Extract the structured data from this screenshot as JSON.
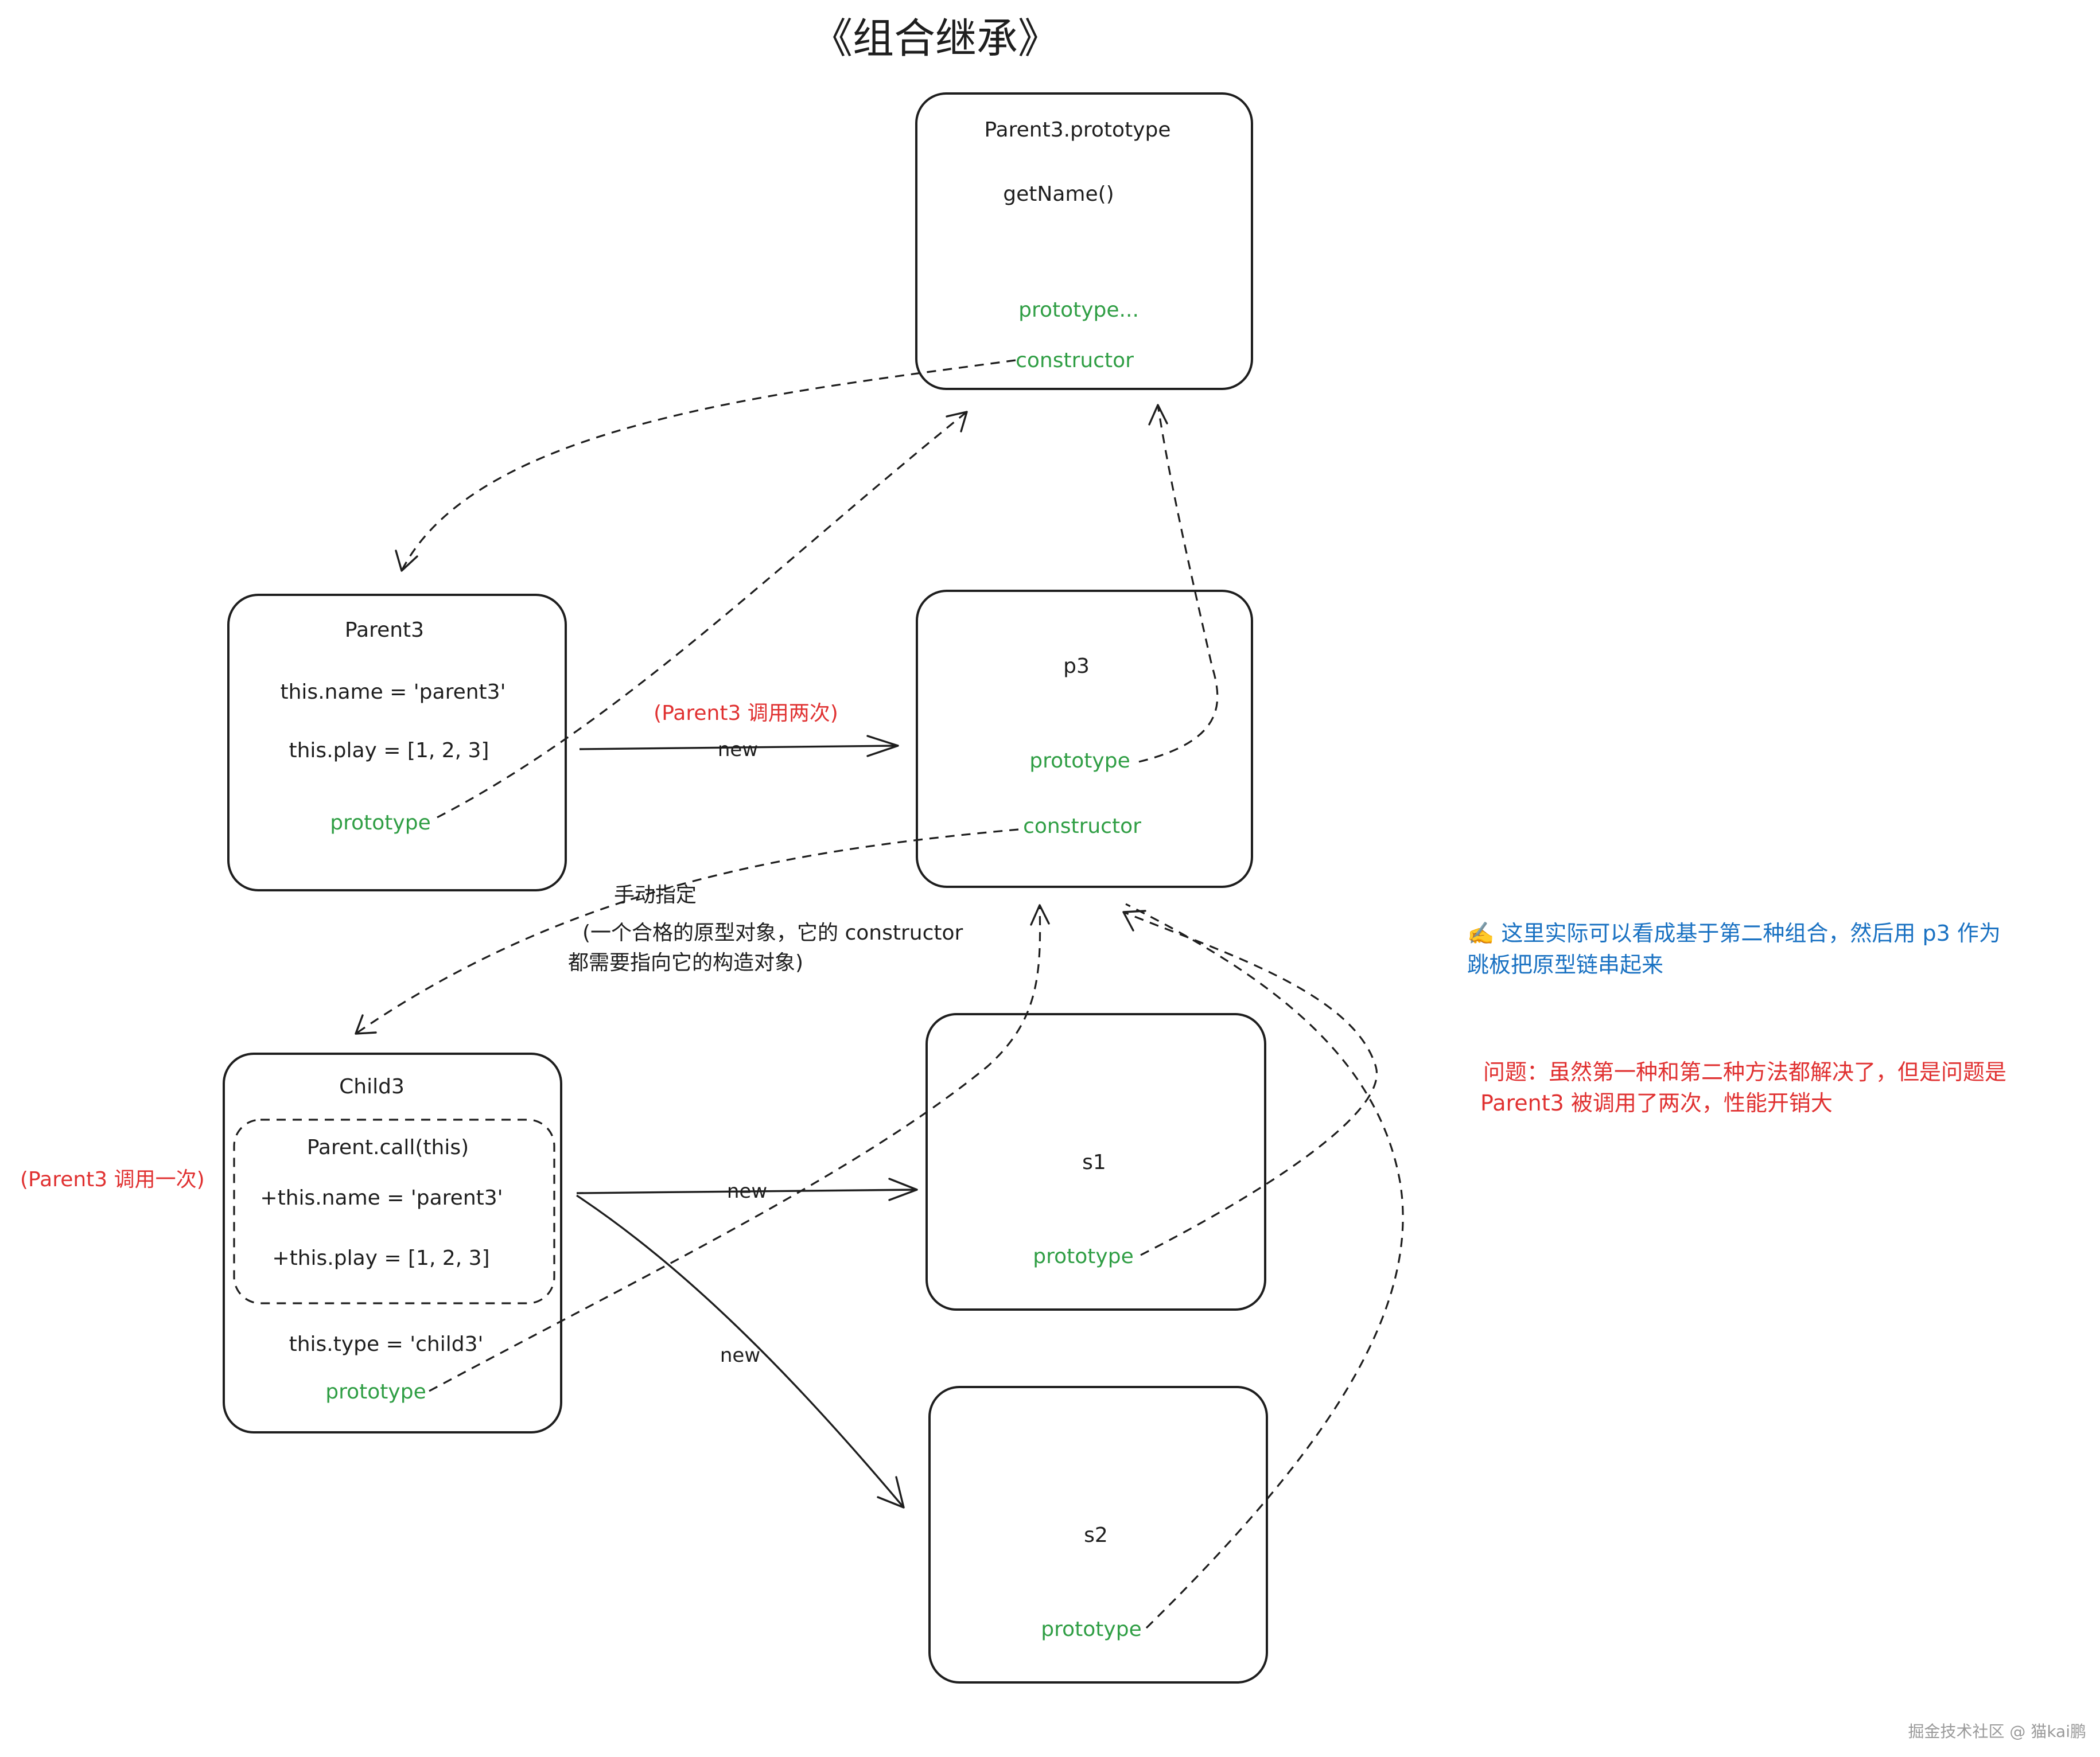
{
  "title": "《组合继承》",
  "boxes": {
    "parent_prototype": {
      "title": "Parent3.prototype",
      "method": "getName()",
      "proto_label": "prototype...",
      "constructor_label": "constructor"
    },
    "parent3": {
      "title": "Parent3",
      "line1": "this.name = 'parent3'",
      "line2": "this.play = [1, 2, 3]",
      "proto_label": "prototype"
    },
    "p3": {
      "title": "p3",
      "proto_label": "prototype",
      "constructor_label": "constructor"
    },
    "child3": {
      "title": "Child3",
      "call": "Parent.call(this)",
      "line1": "+this.name = 'parent3'",
      "line2": "+this.play = [1, 2, 3]",
      "line3": "this.type = 'child3'",
      "proto_label": "prototype"
    },
    "s1": {
      "title": "s1",
      "proto_label": "prototype"
    },
    "s2": {
      "title": "s2",
      "proto_label": "prototype"
    }
  },
  "labels": {
    "parent3_called_twice": "(Parent3 调用两次)",
    "new_p3": "new",
    "manual_title": "手动指定",
    "manual_line1": "(一个合格的原型对象，它的 constructor",
    "manual_line2": "都需要指向它的构造对象)",
    "parent3_called_once": "(Parent3 调用一次)",
    "new_s1": "new",
    "new_s2": "new"
  },
  "notes": {
    "blue_line1": "✍️ 这里实际可以看成基于第二种组合，然后用 p3 作为",
    "blue_line2": "跳板把原型链串起来",
    "red_line1": "问题：虽然第一种和第二种方法都解决了，但是问题是",
    "red_line2": "Parent3 被调用了两次，性能开销大"
  },
  "watermark": "掘金技术社区 @ 猫kai鹏",
  "colors": {
    "ink": "#1e1e1e",
    "green": "#2f9e44",
    "red": "#e03131",
    "blue": "#1971c2"
  }
}
